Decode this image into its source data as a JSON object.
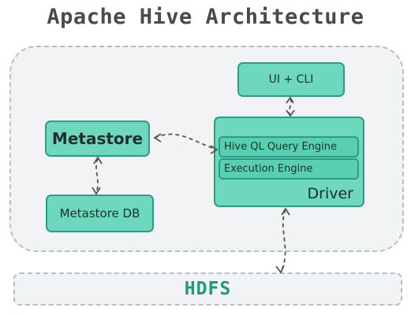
{
  "title": "Apache Hive Architecture",
  "components": {
    "ui_cli": "UI + CLI",
    "metastore": "Metastore",
    "metastore_db": "Metastore DB",
    "driver": {
      "label": "Driver",
      "hive_ql_engine": "Hive QL Query Engine",
      "execution_engine": "Execution Engine"
    },
    "hdfs": "HDFS"
  },
  "colors": {
    "component_fill": "#6dd8bd",
    "component_border": "#2a9e84",
    "cluster_fill": "#f1f3f5",
    "cluster_border": "#b5c0c4",
    "hdfs_text": "#1d9a7e"
  }
}
